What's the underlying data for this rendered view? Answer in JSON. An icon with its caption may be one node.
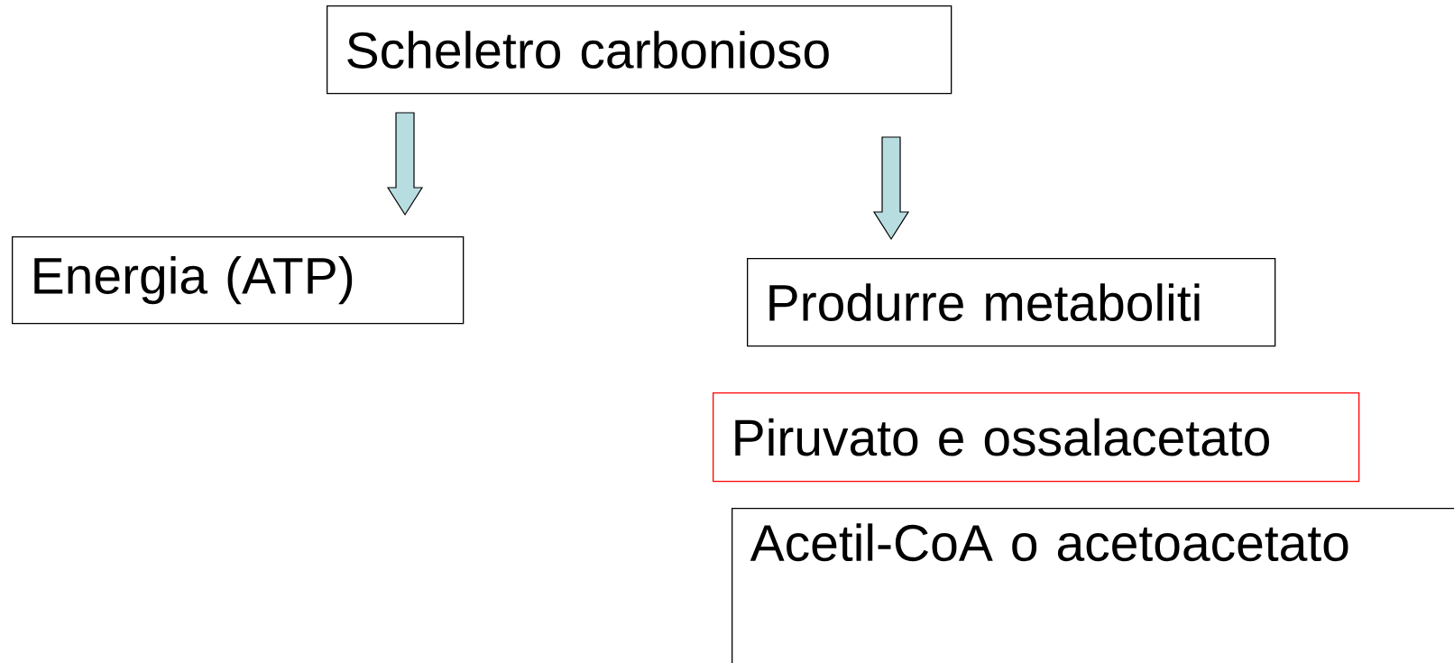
{
  "diagram": {
    "nodes": [
      {
        "text": [
          "Scheletro carbonioso"
        ]
      },
      {
        "text": [
          "Energia (ATP)"
        ]
      },
      {
        "text": [
          "Produrre metaboliti"
        ]
      },
      {
        "text": [
          "Piruvato e ossalacetato"
        ]
      },
      {
        "text": [
          "Acetil-CoA o acetoacetato"
        ]
      }
    ],
    "edges": [
      {
        "from": 0,
        "to": 1,
        "arrow": "to"
      },
      {
        "from": 0,
        "to": 2,
        "arrow": "to"
      }
    ]
  }
}
